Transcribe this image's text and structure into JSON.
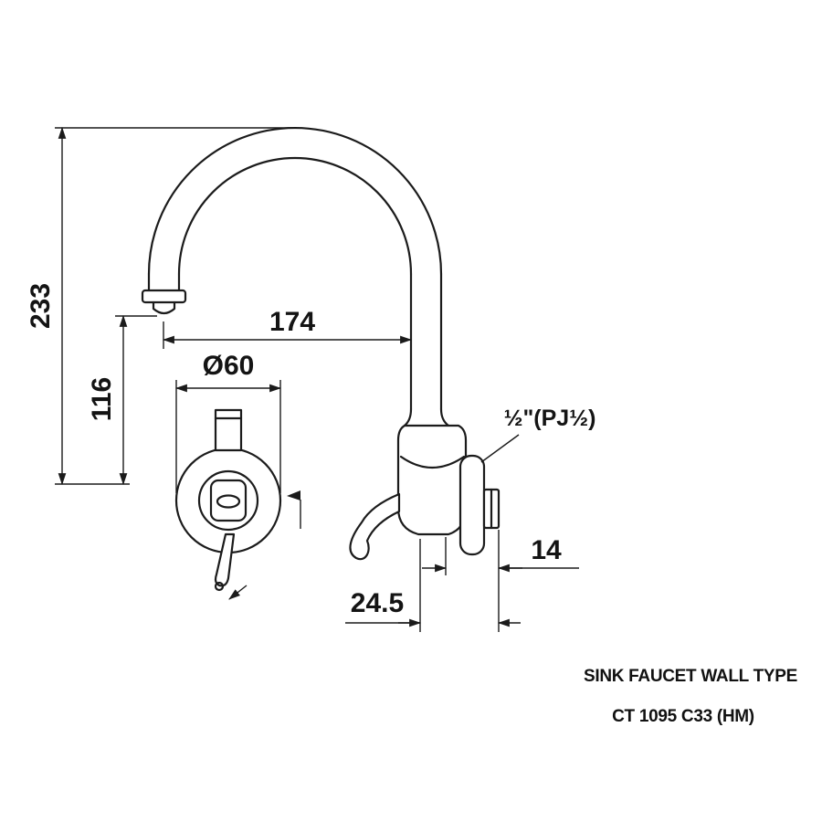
{
  "product": {
    "title": "SINK FAUCET WALL TYPE",
    "model": "CT 1095 C33 (HM)"
  },
  "dimensions": {
    "total_height": "233",
    "outlet_height": "116",
    "spout_reach": "174",
    "flange_diameter": "Ø60",
    "inlet_thread": "½\"(PJ½)",
    "wall_nut_depth": "14",
    "body_depth": "24.5"
  }
}
